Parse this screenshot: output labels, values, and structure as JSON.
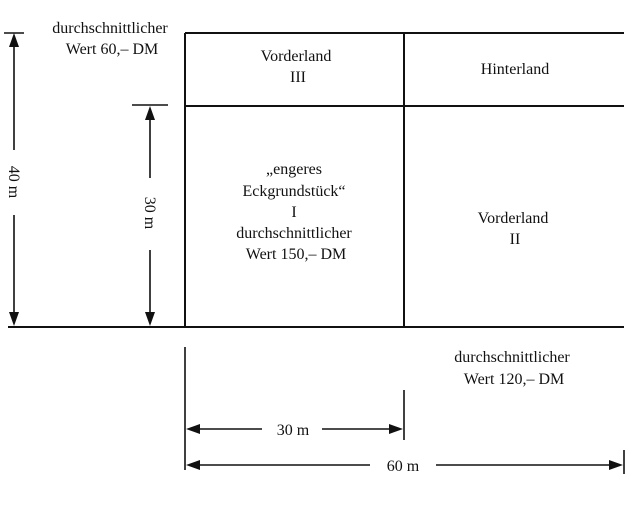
{
  "plot": {
    "vorderland3": [
      "Vorderland",
      "III"
    ],
    "hinterland": "Hinterland",
    "eckgrundstueck": [
      "„engeres",
      "Eckgrundstück“",
      "I",
      "durchschnittlicher",
      "Wert 150,– DM"
    ],
    "vorderland2": [
      "Vorderland",
      "II"
    ]
  },
  "annotations": {
    "top_left_value": [
      "durchschnittlicher",
      "Wert 60,– DM"
    ],
    "bottom_right_value": [
      "durchschnittlicher",
      "Wert 120,– DM"
    ]
  },
  "dimensions": {
    "height_40": "40 m",
    "height_30": "30 m",
    "width_30": "30 m",
    "width_60": "60 m"
  }
}
